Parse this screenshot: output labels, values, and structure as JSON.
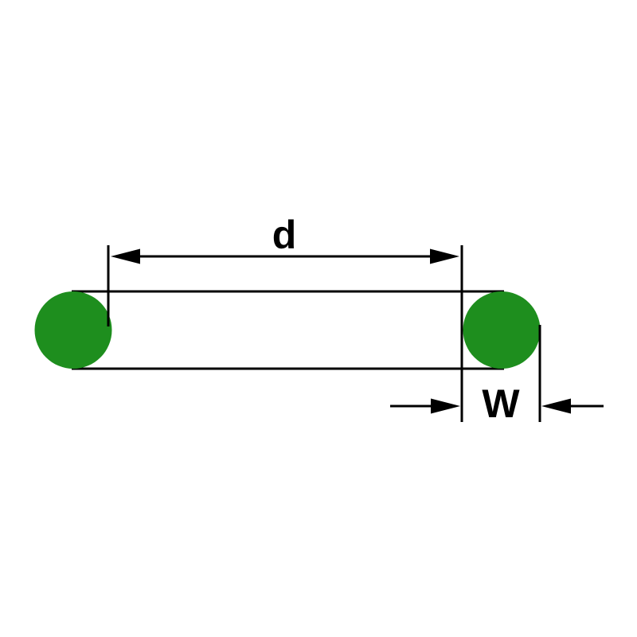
{
  "diagram": {
    "kind": "dimension-drawing",
    "labels": {
      "inner_diameter": "d",
      "cross_section_width": "W"
    },
    "colors": {
      "ring_fill": "#1e8e1e",
      "line": "#000000",
      "background": "#ffffff"
    }
  }
}
